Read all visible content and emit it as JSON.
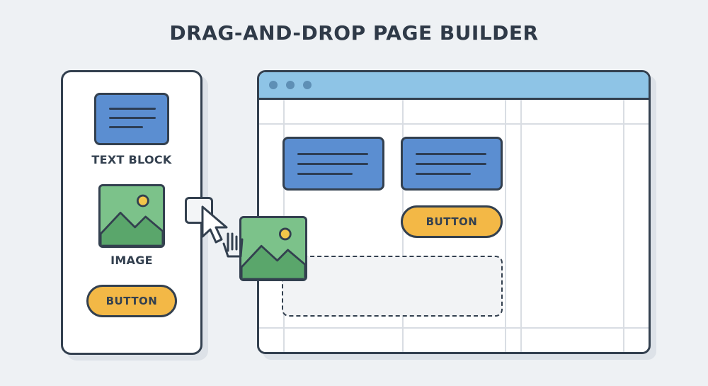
{
  "title": "DRAG-AND-DROP PAGE BUILDER",
  "palette": {
    "text_block_label": "TEXT BLOCK",
    "image_label": "IMAGE",
    "button_label": "BUTTON"
  },
  "canvas": {
    "button_label": "BUTTON"
  },
  "colors": {
    "text_block": "#5b8ed1",
    "image": "#7cc28a",
    "button": "#f3b846",
    "titlebar": "#8ec4e6",
    "outline": "#33404f"
  },
  "icons": [
    "text-block-icon",
    "image-icon",
    "cursor-icon",
    "window-dot-icon"
  ]
}
